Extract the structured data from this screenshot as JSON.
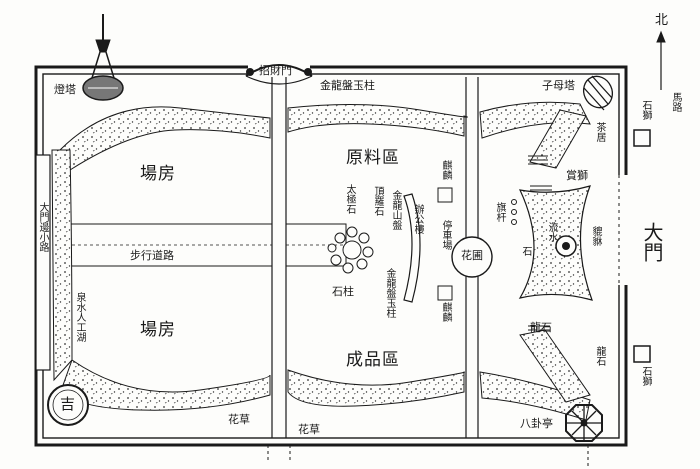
{
  "labels": {
    "north": "北",
    "lamp": "燈塔",
    "wealth_gate": "招財門",
    "pillar_top": "金龍盤玉柱",
    "zimu_tower": "子母塔",
    "stone_lion_top": "石獅",
    "road": "馬路",
    "tea_room": "茶居",
    "mound": "賞獅",
    "workshop_top": "場房",
    "raw_material": "原料區",
    "taishi_stone": "太極石",
    "dingluo_stone": "頂羅石",
    "gold_mountain": "金龍山盤",
    "office": "辦公樓",
    "qilin_top": "麒麟",
    "parking": "停車場",
    "garden": "花圃",
    "qilin_bottom": "麒麟",
    "banner_pole": "旗杆",
    "big_gate": "大門",
    "lion_right": "貔貅",
    "stone_right": "石",
    "water_right": "流水",
    "side_passage": "大門邊小路",
    "walkway": "步行道路",
    "shi_stone": "石柱",
    "pillar_bottom": "金龍盤玉柱",
    "water_well": "泉水人工湖",
    "workshop_bottom": "場房",
    "finished_goods": "成品區",
    "dragon_stone": "龍石",
    "stone_lion_bottom": "石獅",
    "round_symbol": "吉",
    "flowers_left": "花草",
    "flowers_right": "花草",
    "bagua_pavilion": "八卦亭"
  },
  "colors": {
    "ink": "#1a1a1a",
    "paper": "#fdfdfb"
  },
  "icons": [
    "lamp-tower-icon",
    "wealth-gate-icon",
    "fan-tower-icon",
    "garden-circle",
    "octagon-pavilion-icon",
    "north-arrow-icon"
  ]
}
